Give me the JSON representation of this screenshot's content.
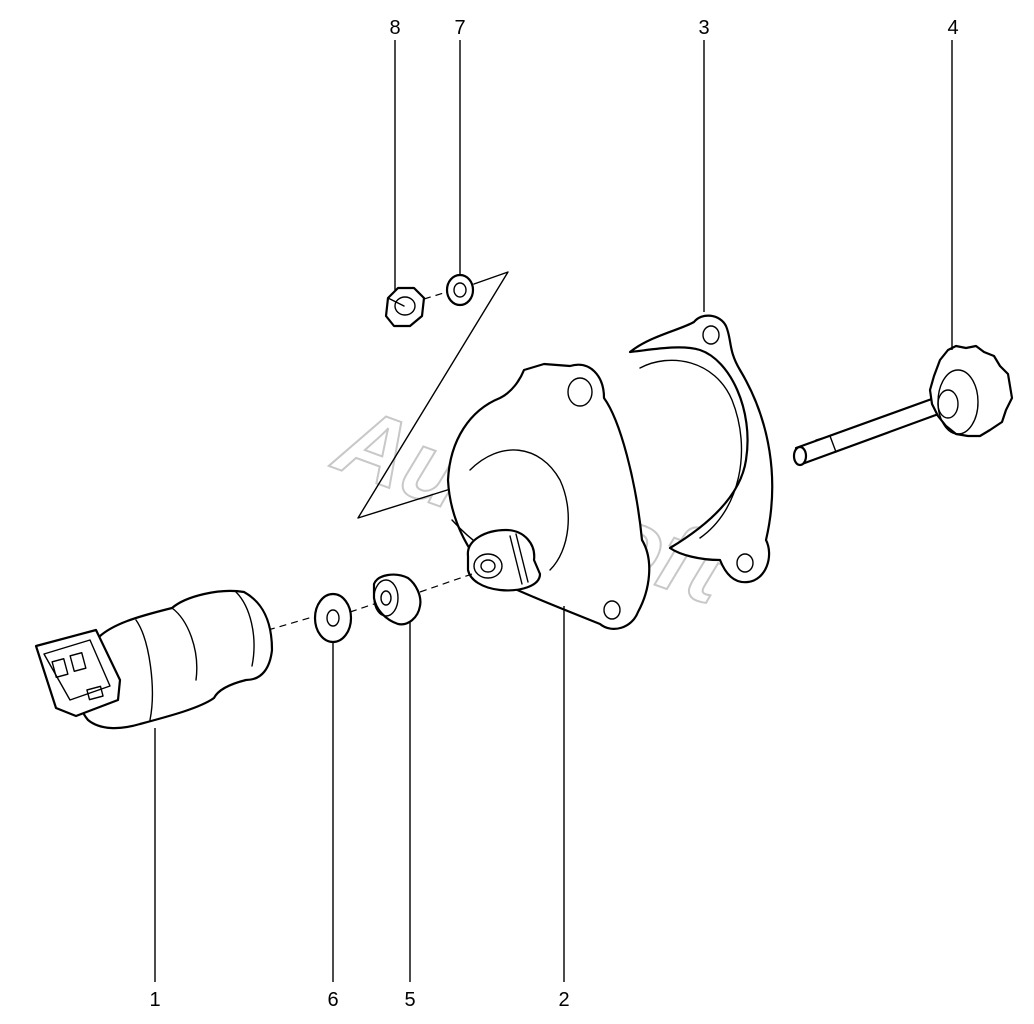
{
  "watermark": "AutoSoft",
  "callouts": [
    {
      "id": "1",
      "label": "1"
    },
    {
      "id": "2",
      "label": "2"
    },
    {
      "id": "3",
      "label": "3"
    },
    {
      "id": "4",
      "label": "4"
    },
    {
      "id": "5",
      "label": "5"
    },
    {
      "id": "6",
      "label": "6"
    },
    {
      "id": "7",
      "label": "7"
    },
    {
      "id": "8",
      "label": "8"
    }
  ],
  "colors": {
    "line": "#000000",
    "background": "#ffffff",
    "watermark": "#c8c8c8"
  }
}
